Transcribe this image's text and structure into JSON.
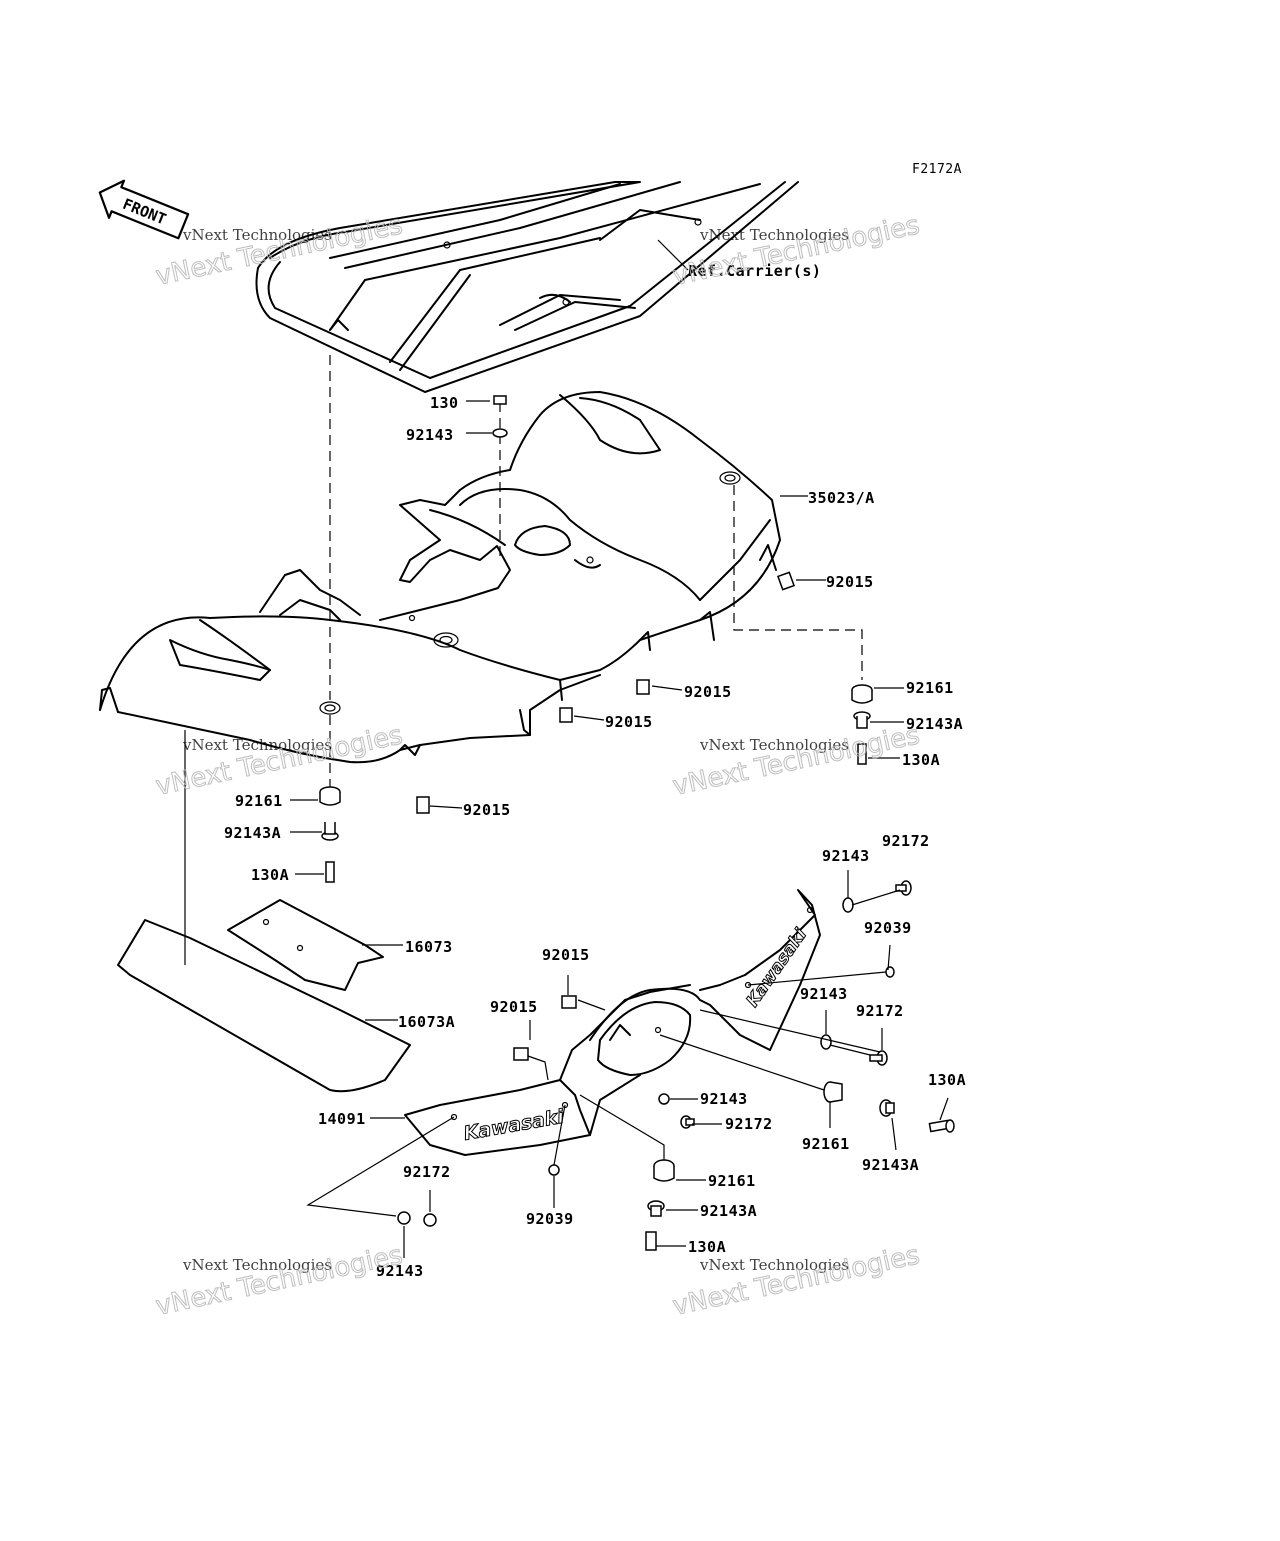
{
  "figure_code": "F2172A",
  "front_label": "FRONT",
  "reference_label": "Ref.Carrier(s)",
  "brand_text": "Kawasaki",
  "watermark": {
    "line1": "vNext Technologies",
    "line2": "vNext Technologies"
  },
  "callouts": [
    {
      "id": "c01",
      "text": "130"
    },
    {
      "id": "c02",
      "text": "92143"
    },
    {
      "id": "c03",
      "text": "35023/A"
    },
    {
      "id": "c04",
      "text": "92015"
    },
    {
      "id": "c05",
      "text": "92015"
    },
    {
      "id": "c06",
      "text": "92015"
    },
    {
      "id": "c07",
      "text": "92015"
    },
    {
      "id": "c08",
      "text": "92161"
    },
    {
      "id": "c09",
      "text": "92143A"
    },
    {
      "id": "c10",
      "text": "130A"
    },
    {
      "id": "c11",
      "text": "92161"
    },
    {
      "id": "c12",
      "text": "92143A"
    },
    {
      "id": "c13",
      "text": "130A"
    },
    {
      "id": "c14",
      "text": "16073"
    },
    {
      "id": "c15",
      "text": "16073A"
    },
    {
      "id": "c16",
      "text": "92143"
    },
    {
      "id": "c17",
      "text": "92172"
    },
    {
      "id": "c18",
      "text": "92039"
    },
    {
      "id": "c19",
      "text": "92015"
    },
    {
      "id": "c20",
      "text": "92015"
    },
    {
      "id": "c21",
      "text": "92143"
    },
    {
      "id": "c22",
      "text": "92172"
    },
    {
      "id": "c23",
      "text": "130A"
    },
    {
      "id": "c24",
      "text": "14091"
    },
    {
      "id": "c25",
      "text": "92143"
    },
    {
      "id": "c26",
      "text": "92172"
    },
    {
      "id": "c27",
      "text": "92161"
    },
    {
      "id": "c28",
      "text": "92143A"
    },
    {
      "id": "c29",
      "text": "92161"
    },
    {
      "id": "c30",
      "text": "92143A"
    },
    {
      "id": "c31",
      "text": "130A"
    },
    {
      "id": "c32",
      "text": "92172"
    },
    {
      "id": "c33",
      "text": "92039"
    },
    {
      "id": "c34",
      "text": "92143"
    }
  ]
}
